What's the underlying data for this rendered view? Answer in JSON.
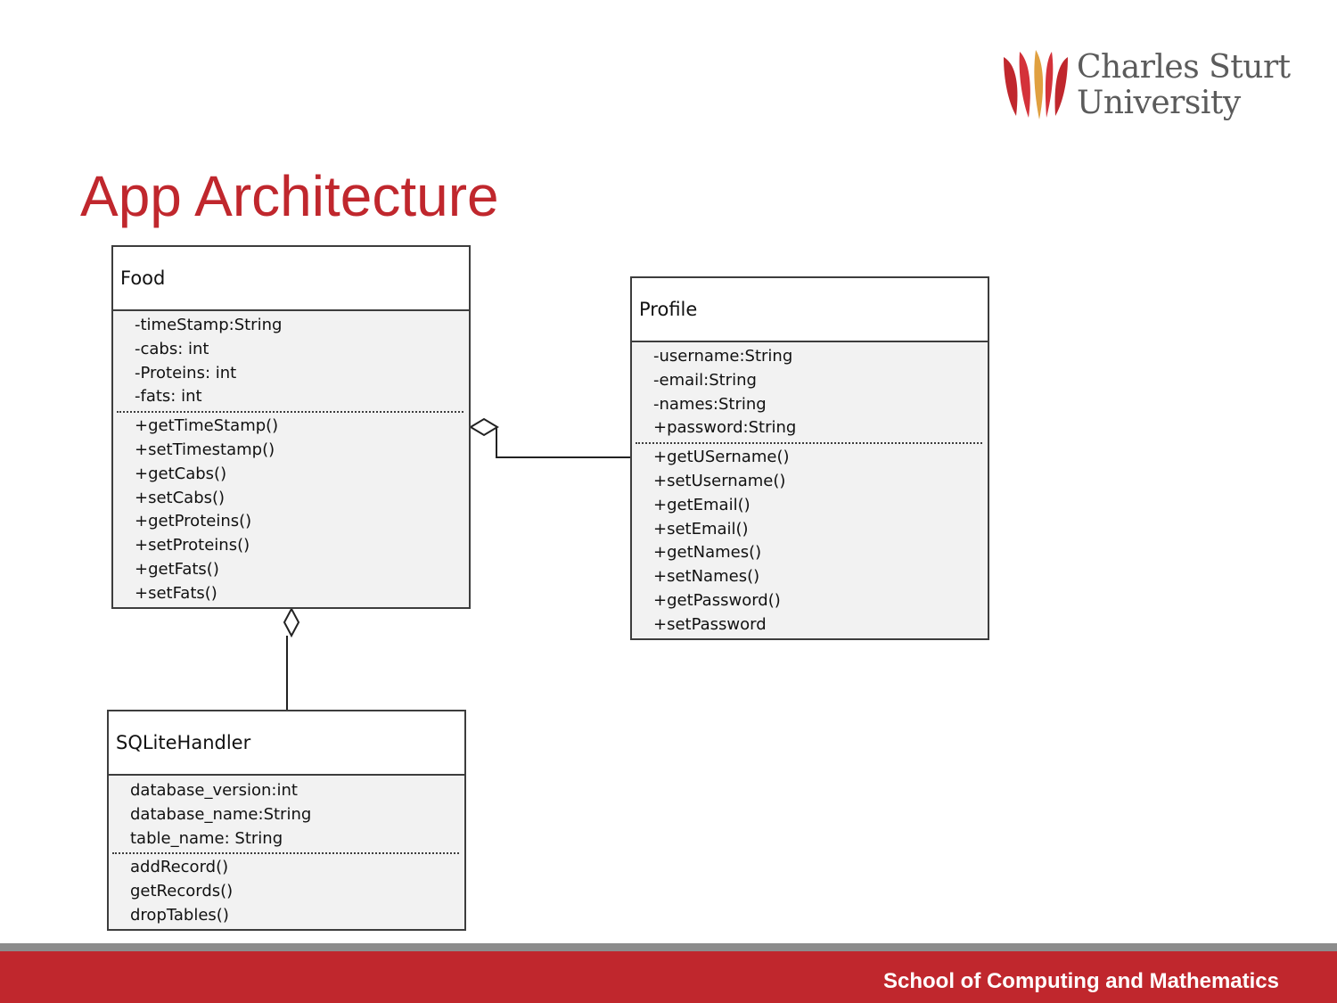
{
  "logo": {
    "line1": "Charles Sturt",
    "line2": "University",
    "color": "#c0272d"
  },
  "title": "App Architecture",
  "classes": {
    "food": {
      "name": "Food",
      "attributes": [
        "-timeStamp:String",
        "-cabs: int",
        "-Proteins: int",
        "-fats: int"
      ],
      "methods": [
        "+getTimeStamp()",
        "+setTimestamp()",
        "+getCabs()",
        "+setCabs()",
        "+getProteins()",
        "+setProteins()",
        "+getFats()",
        "+setFats()"
      ]
    },
    "profile": {
      "name": "Profile",
      "attributes": [
        "-username:String",
        "-email:String",
        "-names:String",
        "+password:String"
      ],
      "methods": [
        "+getUSername()",
        "+setUsername()",
        "+getEmail()",
        "+setEmail()",
        "+getNames()",
        "+setNames()",
        "+getPassword()",
        "+setPassword"
      ]
    },
    "sqlite": {
      "name": "SQLiteHandler",
      "attributes": [
        "database_version:int",
        "database_name:String",
        "table_name: String"
      ],
      "methods": [
        "addRecord()",
        "getRecords()",
        "dropTables()"
      ]
    }
  },
  "footer": {
    "text": "School of Computing and Mathematics",
    "bar_color": "#c0272d"
  }
}
